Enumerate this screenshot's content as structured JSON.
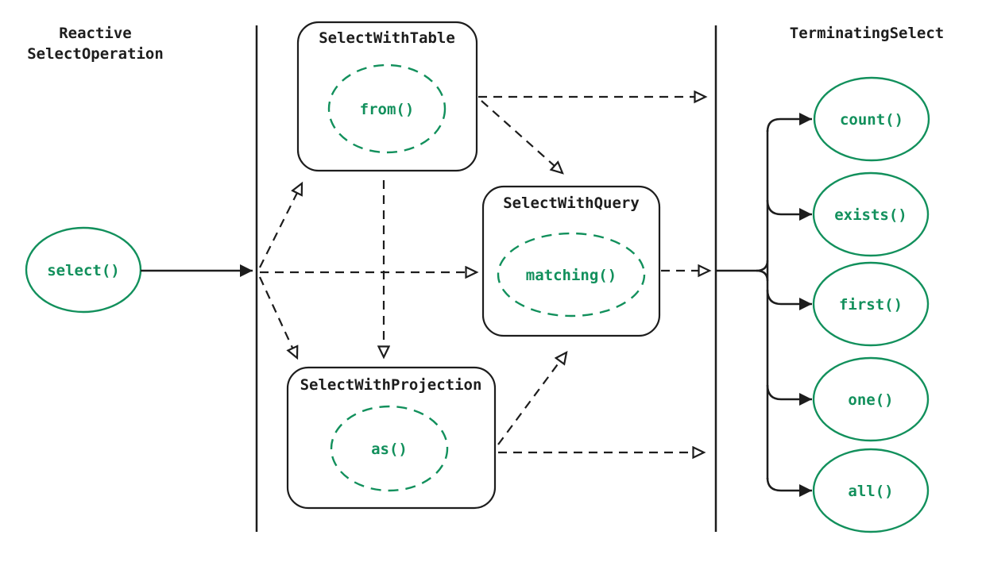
{
  "colors": {
    "ink": "#1d1d1d",
    "green": "#12905c",
    "background": "#ffffff"
  },
  "headers": {
    "left_title_line1": "Reactive",
    "left_title_line2": "SelectOperation",
    "right_title": "TerminatingSelect"
  },
  "nodes": {
    "select": {
      "label": "select()"
    },
    "select_with_table": {
      "title": "SelectWithTable",
      "method": "from()"
    },
    "select_with_query": {
      "title": "SelectWithQuery",
      "method": "matching()"
    },
    "select_with_projection": {
      "title": "SelectWithProjection",
      "method": "as()"
    },
    "terminals": [
      {
        "label": "count()"
      },
      {
        "label": "exists()"
      },
      {
        "label": "first()"
      },
      {
        "label": "one()"
      },
      {
        "label": "all()"
      }
    ]
  }
}
